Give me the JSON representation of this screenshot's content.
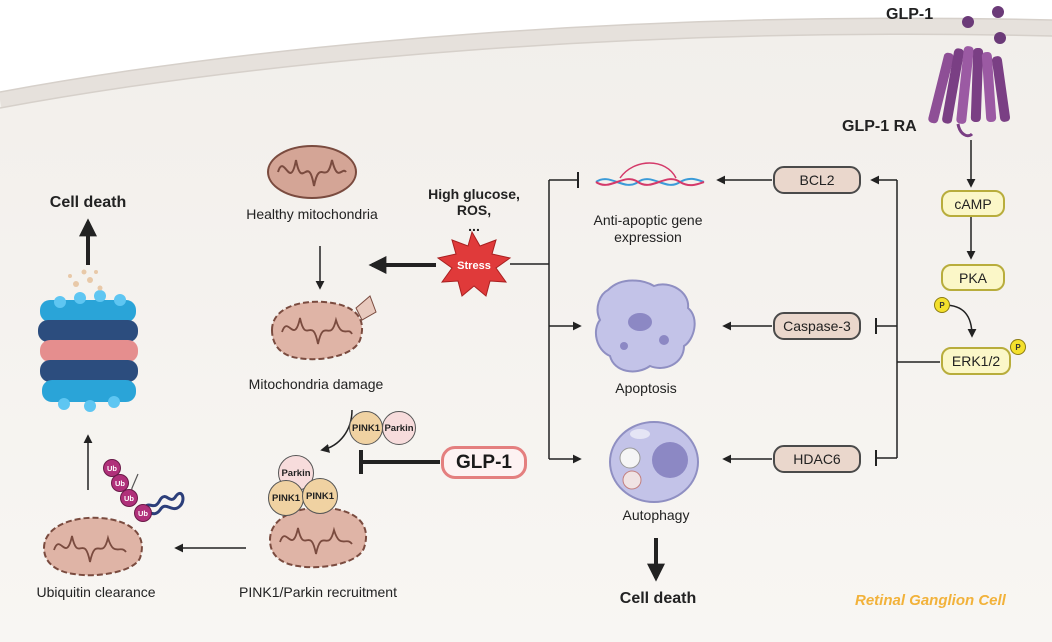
{
  "receptor": {
    "ligand_label": "GLP-1",
    "receptor_label": "GLP-1 RA"
  },
  "signaling": {
    "camp": "cAMP",
    "pka": "PKA",
    "erk": "ERK1/2",
    "phospho": "P"
  },
  "effectors": {
    "bcl2": "BCL2",
    "caspase3": "Caspase-3",
    "hdac6": "HDAC6"
  },
  "outcomes": {
    "anti_apoptotic_line1": "Anti-apoptic gene",
    "anti_apoptotic_line2": "expression",
    "apoptosis": "Apoptosis",
    "autophagy": "Autophagy",
    "cell_death_bottom": "Cell death"
  },
  "stress": {
    "label": "Stress",
    "causes_line1": "High glucose,",
    "causes_line2": "ROS,",
    "causes_line3": "..."
  },
  "mitochondria": {
    "healthy": "Healthy mitochondria",
    "damage": "Mitochondria damage",
    "recruitment": "PINK1/Parkin recruitment",
    "ubiquitin": "Ubiquitin clearance",
    "cell_death_top": "Cell death"
  },
  "proteins": {
    "pink1": "PINK1",
    "parkin": "Parkin",
    "ub": "Ub"
  },
  "glp1_inhibitor": "GLP-1",
  "cell_label": "Retinal Ganglion Cell",
  "colors": {
    "cell_fill": "#f8f6f3",
    "membrane": "#e6e1dc",
    "receptor": "#8e4f96",
    "mito_fill": "#d4a596",
    "mito_stroke": "#7a4b3f",
    "stress": "#e03a3a",
    "effector_fill": "#ead7cc",
    "signal_fill": "#fbf7c8",
    "glp1_border": "#e47f7f",
    "cell_label": "#f2b23a"
  }
}
